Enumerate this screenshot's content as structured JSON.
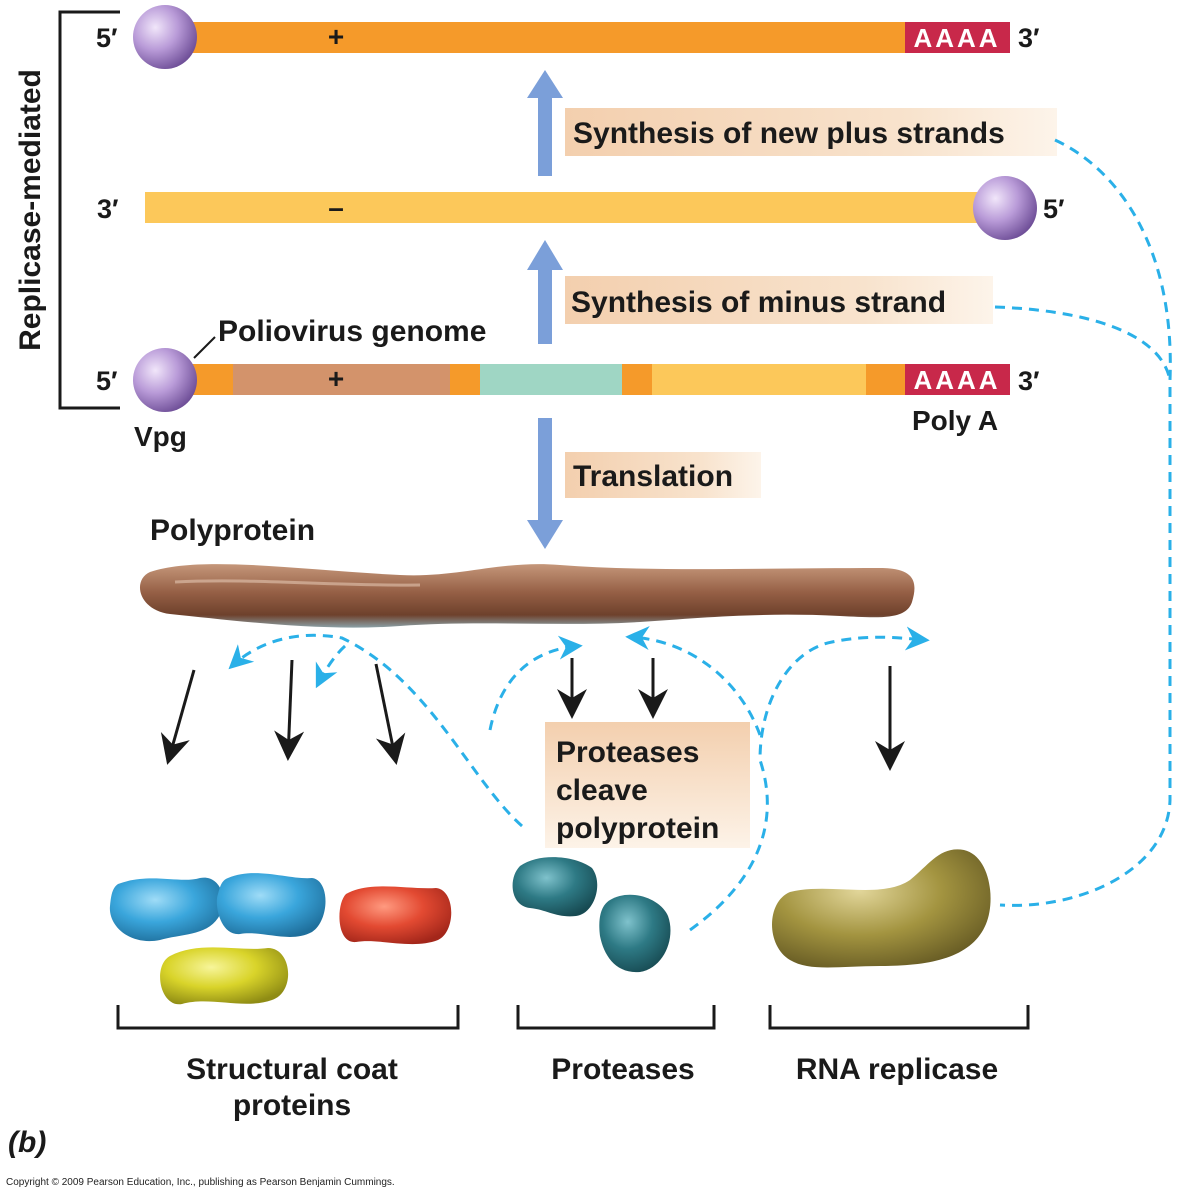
{
  "side_bracket": {
    "label": "Replicase-mediated"
  },
  "plus_strand_new": {
    "five_prime": "5′",
    "three_prime": "3′",
    "sign": "+",
    "poly_a": "AAAA"
  },
  "minus_strand": {
    "three_prime": "3′",
    "five_prime": "5′",
    "sign": "–"
  },
  "genome": {
    "title": "Poliovirus genome",
    "five_prime": "5′",
    "three_prime": "3′",
    "sign": "+",
    "poly_a": "AAAA",
    "vpg": "Vpg",
    "poly_a_label": "Poly A"
  },
  "steps": {
    "plus_synthesis": "Synthesis of new plus strands",
    "minus_synthesis": "Synthesis of minus strand",
    "translation": "Translation",
    "cleavage": [
      "Proteases",
      "cleave",
      "polyprotein"
    ]
  },
  "polyprotein": {
    "label": "Polyprotein"
  },
  "products": {
    "structural": [
      "Structural coat",
      "proteins"
    ],
    "proteases": "Proteases",
    "replicase": "RNA replicase"
  },
  "panel": "(b)",
  "copyright": "Copyright © 2009 Pearson Education, Inc., publishing as Pearson Benjamin Cummings.",
  "colors": {
    "plus_strand": "#f59a2a",
    "minus_strand": "#fcc85a",
    "poly_a_block": "#c8284a",
    "vpg": "#b89ad8",
    "label_bg": "#f7dcc0",
    "arrow_blue": "#7b9fd9",
    "dashed_cyan": "#2ab0e8",
    "polyprotein": "#9a6a4e",
    "coat_blue": "#3aa6dc",
    "coat_red": "#e34a32",
    "coat_yellow": "#d9d42a",
    "protease": "#2e7a85",
    "replicase": "#a39440"
  }
}
